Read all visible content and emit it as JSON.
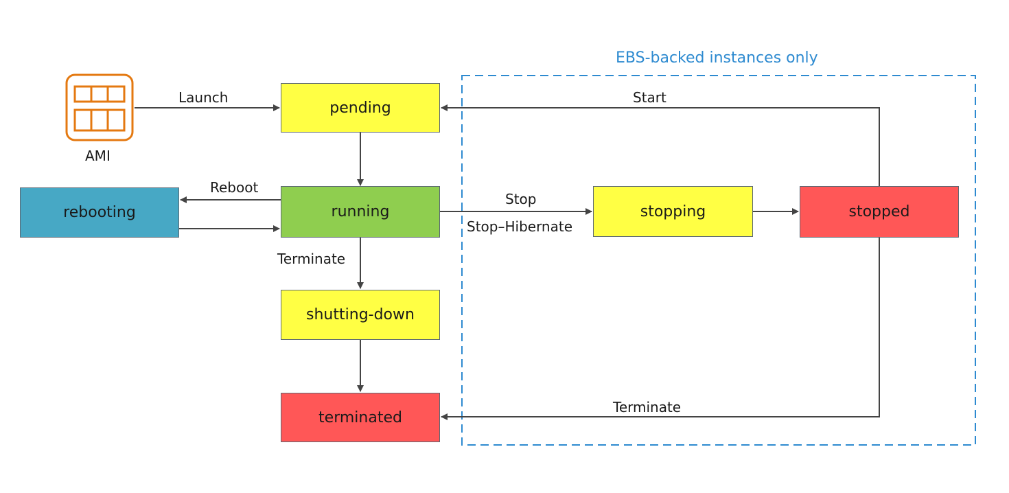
{
  "region": {
    "label": "EBS-backed instances only",
    "color": "#2d8ad0"
  },
  "source": {
    "label": "AMI",
    "icon": "ami-grid-icon",
    "color": "#e47911"
  },
  "states": {
    "pending": {
      "label": "pending",
      "color": "#ffff44"
    },
    "running": {
      "label": "running",
      "color": "#8fce4f"
    },
    "rebooting": {
      "label": "rebooting",
      "color": "#47a8c5"
    },
    "stopping": {
      "label": "stopping",
      "color": "#ffff44"
    },
    "stopped": {
      "label": "stopped",
      "color": "#ff5757"
    },
    "shutting_down": {
      "label": "shutting-down",
      "color": "#ffff44"
    },
    "terminated": {
      "label": "terminated",
      "color": "#ff5757"
    }
  },
  "transitions": {
    "launch": "Launch",
    "start": "Start",
    "reboot": "Reboot",
    "stop": "Stop",
    "stop_hibernate": "Stop–Hibernate",
    "terminate_running": "Terminate",
    "terminate_stopped": "Terminate"
  }
}
